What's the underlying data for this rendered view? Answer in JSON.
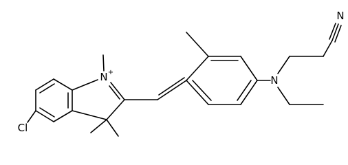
{
  "atoms": {
    "chlorine": "Cl",
    "nitrogen_indolium": "N",
    "charge_plus": "+",
    "nitrogen_amine": "N",
    "nitrogen_nitrile": "N"
  }
}
